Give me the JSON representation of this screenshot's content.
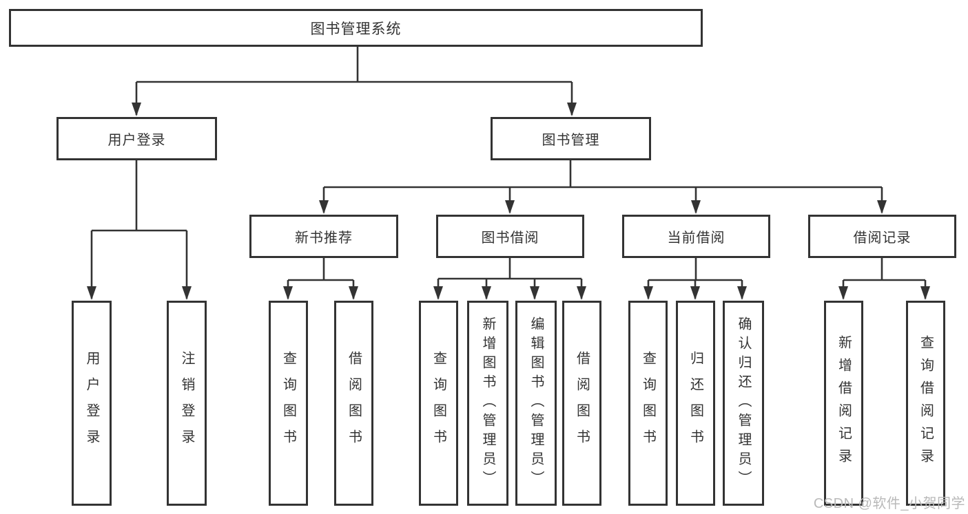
{
  "diagram": {
    "root": "图书管理系统",
    "level2": [
      "用户登录",
      "图书管理"
    ],
    "level3": [
      "新书推荐",
      "图书借阅",
      "当前借阅",
      "借阅记录"
    ],
    "leaves": {
      "user_login": [
        "用户登录",
        "注销登录"
      ],
      "new_book_recommend": [
        "查询图书",
        "借阅图书"
      ],
      "book_borrow": [
        "查询图书",
        "新增图书（管理员）",
        "编辑图书（管理员）",
        "借阅图书"
      ],
      "current_borrow": [
        "查询图书",
        "归还图书",
        "确认归还（管理员）"
      ],
      "borrow_records": [
        "新增借阅记录",
        "查询借阅记录"
      ]
    },
    "watermark": "CSDN @软件_小贺同学",
    "colors": {
      "line": "#333333",
      "box_border": "#333333",
      "box_fill": "#ffffff",
      "text": "#333333",
      "watermark": "#b9b9b9",
      "background": "#ffffff"
    }
  }
}
